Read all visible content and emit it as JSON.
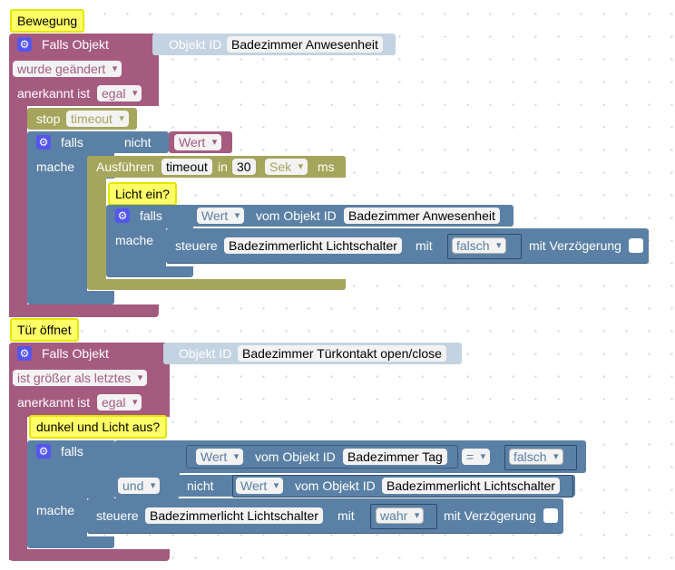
{
  "block1": {
    "comment": "Bewegung",
    "falls_objekt": "Falls Objekt",
    "objekt_id_label": "Objekt ID",
    "objekt_id_value": "Badezimmer Anwesenheit",
    "trigger": "wurde geändert",
    "anerkannt_label": "anerkannt ist",
    "anerkannt_value": "egal",
    "stop_label": "stop",
    "stop_value": "timeout",
    "falls": "falls",
    "nicht": "nicht",
    "wert": "Wert",
    "mache": "mache",
    "ausfuehren": "Ausführen",
    "timeout_name": "timeout",
    "in": "in",
    "delay": "30",
    "unit": "Sek",
    "ms": "ms",
    "inner_comment": "Licht ein?",
    "inner_falls": "falls",
    "inner_wert": "Wert",
    "vom_objekt_id": "vom Objekt ID",
    "inner_objekt": "Badezimmer Anwesenheit",
    "inner_mache": "mache",
    "steuere": "steuere",
    "steuere_target": "Badezimmerlicht Lichtschalter",
    "mit": "mit",
    "value": "falsch",
    "mit_verzoegerung": "mit Verzögerung"
  },
  "block2": {
    "comment": "Tür öffnet",
    "falls_objekt": "Falls Objekt",
    "objekt_id_label": "Objekt ID",
    "objekt_id_value": "Badezimmer Türkontakt open/close",
    "trigger": "ist größer als letztes",
    "anerkannt_label": "anerkannt ist",
    "anerkannt_value": "egal",
    "inner_comment": "dunkel und Licht aus?",
    "falls": "falls",
    "wert1": "Wert",
    "vom_objekt_id1": "vom Objekt ID",
    "objekt1": "Badezimmer Tag",
    "op": "=",
    "cmp_value": "falsch",
    "und": "und",
    "nicht": "nicht",
    "wert2": "Wert",
    "vom_objekt_id2": "vom Objekt ID",
    "objekt2": "Badezimmerlicht Lichtschalter",
    "mache": "mache",
    "steuere": "steuere",
    "steuere_target": "Badezimmerlicht Lichtschalter",
    "mit": "mit",
    "value": "wahr",
    "mit_verzoegerung": "mit Verzögerung"
  }
}
